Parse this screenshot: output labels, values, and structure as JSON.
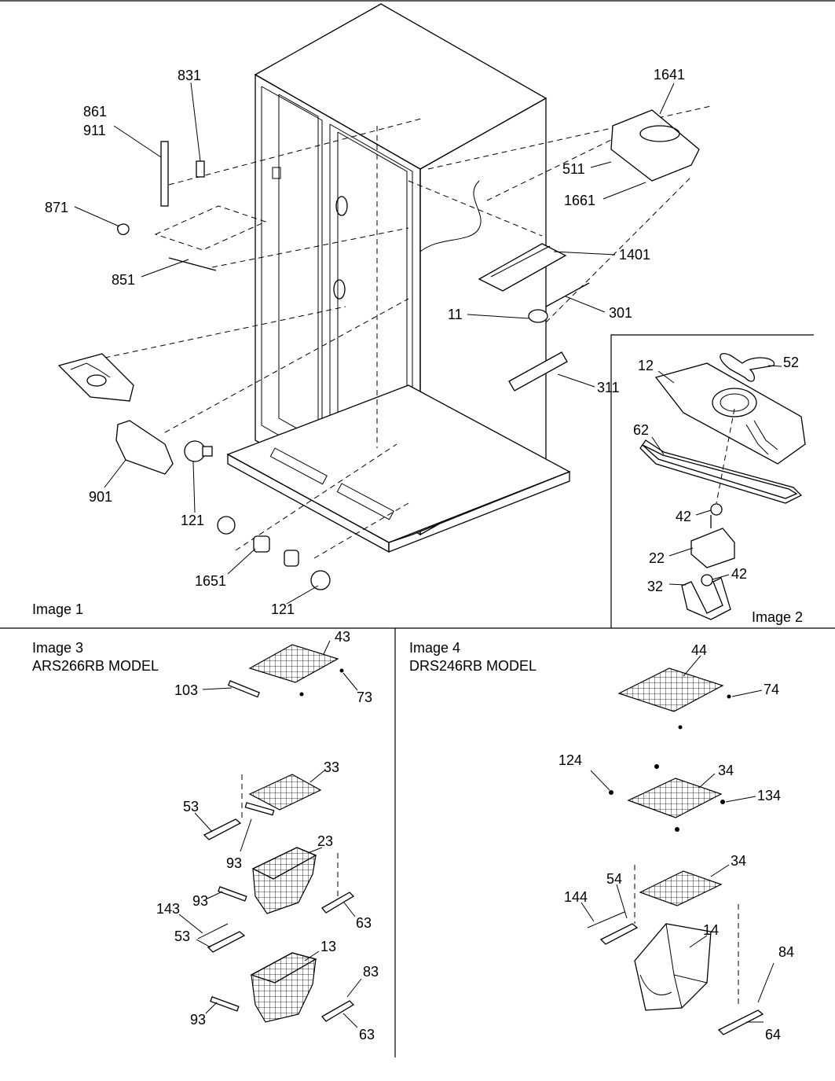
{
  "panels": {
    "image1": {
      "caption": "Image 1",
      "callouts": [
        "831",
        "861",
        "911",
        "871",
        "851",
        "901",
        "121",
        "1651",
        "121",
        "1641",
        "511",
        "1661",
        "1401",
        "11",
        "301",
        "311"
      ]
    },
    "image2": {
      "caption": "Image 2",
      "callouts": [
        "12",
        "52",
        "62",
        "42",
        "22",
        "32",
        "42"
      ]
    },
    "image3": {
      "caption": "Image 3",
      "model": "ARS266RB MODEL",
      "callouts": [
        "43",
        "103",
        "73",
        "33",
        "53",
        "93",
        "23",
        "93",
        "143",
        "53",
        "13",
        "83",
        "63",
        "93",
        "63"
      ]
    },
    "image4": {
      "caption": "Image 4",
      "model": "DRS246RB MODEL",
      "callouts": [
        "44",
        "74",
        "124",
        "34",
        "134",
        "34",
        "54",
        "144",
        "14",
        "84",
        "64"
      ]
    }
  }
}
